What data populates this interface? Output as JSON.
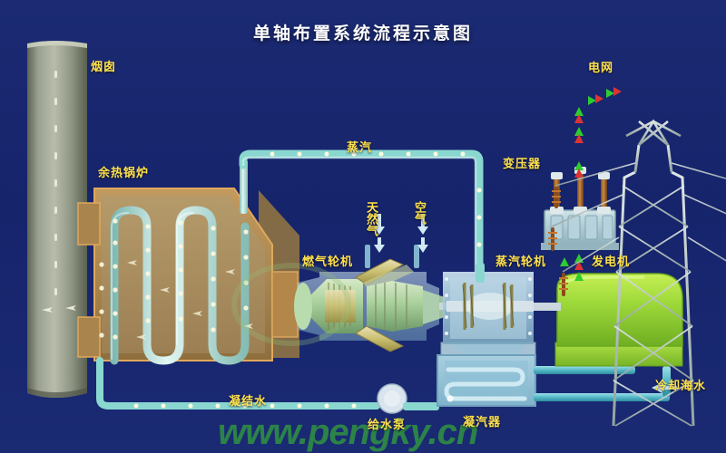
{
  "title": "单轴布置系统流程示意图",
  "watermark": "www.pengky.cn",
  "theme": {
    "background": "#17256e",
    "label_color": "#ffe14d",
    "title_color": "#ffffff",
    "steam_pipe": "#9fe8e2",
    "water_pipe": "#6ecfe0",
    "boiler_casing": "#b08c52",
    "generator_green": "#9ed93a",
    "turbine_casing": "#a7cfe0",
    "tower_gray": "#b9c4c4",
    "watermark_color": "#2e8b45"
  },
  "labels": {
    "chimney": "烟囱",
    "hrsg": "余热锅炉",
    "steam": "蒸汽",
    "natural_gas": "天然气",
    "air": "空气",
    "gas_turbine": "燃气轮机",
    "steam_turbine": "蒸汽轮机",
    "generator": "发电机",
    "transformer": "变压器",
    "grid": "电网",
    "condensate": "凝结水",
    "feed_pump": "给水泵",
    "condenser": "凝汽器",
    "cooling_seawater": "冷却海水"
  },
  "components": [
    {
      "name": "chimney",
      "label": "烟囱"
    },
    {
      "name": "heat-recovery-steam-generator",
      "label": "余热锅炉"
    },
    {
      "name": "gas-turbine",
      "label": "燃气轮机"
    },
    {
      "name": "steam-turbine",
      "label": "蒸汽轮机"
    },
    {
      "name": "generator",
      "label": "发电机"
    },
    {
      "name": "transformer",
      "label": "变压器"
    },
    {
      "name": "transmission-tower",
      "label": "电网"
    },
    {
      "name": "condenser",
      "label": "凝汽器"
    },
    {
      "name": "feedwater-pump",
      "label": "给水泵"
    }
  ],
  "flows": [
    {
      "name": "steam-line",
      "label": "蒸汽"
    },
    {
      "name": "condensate-line",
      "label": "凝结水"
    },
    {
      "name": "natural-gas-inlet",
      "label": "天然气"
    },
    {
      "name": "air-inlet",
      "label": "空气"
    },
    {
      "name": "cooling-seawater-line",
      "label": "冷却海水"
    }
  ]
}
